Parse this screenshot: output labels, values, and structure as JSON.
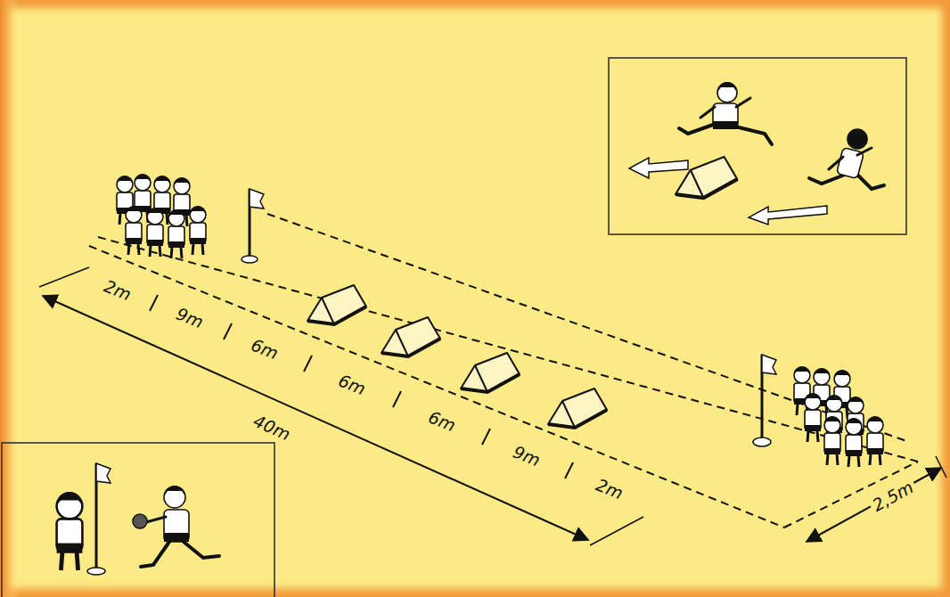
{
  "diagram": {
    "labels": [
      "2m",
      "9m",
      "6m",
      "6m",
      "6m",
      "9m",
      "2m",
      "40m",
      "2,5m"
    ]
  }
}
